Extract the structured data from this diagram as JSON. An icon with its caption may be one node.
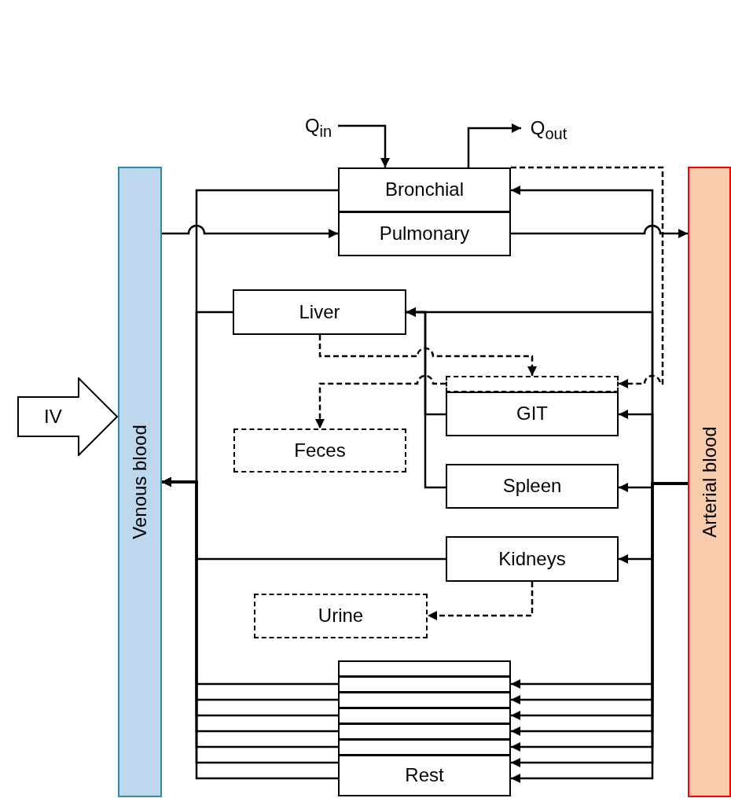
{
  "diagram": {
    "nodes": [
      {
        "text": [
          "Venous blood"
        ]
      },
      {
        "text": [
          "Arterial blood"
        ]
      },
      {
        "text": [
          "IV"
        ]
      },
      {
        "text": [
          "Q$_{in}$"
        ]
      },
      {
        "text": [
          "Q$_{out}$"
        ]
      },
      {
        "text": [
          "Bronchial"
        ]
      },
      {
        "text": [
          "Pulmonary"
        ]
      },
      {
        "text": [
          "Liver"
        ]
      },
      {
        "text": [],
        "shape": "box"
      },
      {
        "text": [
          "GIT"
        ]
      },
      {
        "text": [
          "Feces"
        ]
      },
      {
        "text": [
          "Spleen"
        ]
      },
      {
        "text": [
          "Kidneys"
        ]
      },
      {
        "text": [
          "Urine"
        ]
      },
      {
        "text": [],
        "shape": "box"
      },
      {
        "text": [],
        "shape": "box"
      },
      {
        "text": [],
        "shape": "box"
      },
      {
        "text": [],
        "shape": "box"
      },
      {
        "text": [],
        "shape": "box"
      },
      {
        "text": [],
        "shape": "box"
      },
      {
        "text": [
          "Rest"
        ]
      }
    ],
    "edges": [
      {
        "from": 3,
        "to": 5,
        "arrow": "to"
      },
      {
        "from": 5,
        "to": 4,
        "arrow": "to"
      },
      {
        "from": 0,
        "to": 6,
        "arrow": "to"
      },
      {
        "from": 6,
        "to": 1,
        "arrow": "to"
      },
      {
        "from": 1,
        "to": 5,
        "arrow": "to"
      },
      {
        "from": 5,
        "to": 0,
        "arrow": "to"
      },
      {
        "from": 1,
        "to": 7,
        "arrow": "to"
      },
      {
        "from": 9,
        "to": 7,
        "arrow": "to"
      },
      {
        "from": 11,
        "to": 7,
        "arrow": "to"
      },
      {
        "from": 7,
        "to": 0,
        "arrow": "to"
      },
      {
        "from": 1,
        "to": 9,
        "arrow": "to"
      },
      {
        "from": 1,
        "to": 11,
        "arrow": "to"
      },
      {
        "from": 1,
        "to": 12,
        "arrow": "to"
      },
      {
        "from": 12,
        "to": 0,
        "arrow": "to"
      },
      {
        "from": 5,
        "to": 8,
        "arrow": "to",
        "style": "dashed"
      },
      {
        "from": 7,
        "to": 8,
        "arrow": "to",
        "style": "dashed"
      },
      {
        "from": 8,
        "to": 10,
        "arrow": "to",
        "style": "dashed"
      },
      {
        "from": 12,
        "to": 13,
        "arrow": "to",
        "style": "dashed"
      },
      {
        "from": 1,
        "to": 15,
        "arrow": "to"
      },
      {
        "from": 1,
        "to": 16,
        "arrow": "to"
      },
      {
        "from": 1,
        "to": 17,
        "arrow": "to"
      },
      {
        "from": 1,
        "to": 18,
        "arrow": "to"
      },
      {
        "from": 1,
        "to": 19,
        "arrow": "to"
      },
      {
        "from": 1,
        "to": 20,
        "arrow": "to"
      },
      {
        "from": 1,
        "to": 20,
        "arrow": "to"
      },
      {
        "from": 15,
        "to": 0,
        "arrow": "to"
      },
      {
        "from": 16,
        "to": 0,
        "arrow": "to"
      },
      {
        "from": 17,
        "to": 0,
        "arrow": "to"
      },
      {
        "from": 18,
        "to": 0,
        "arrow": "to"
      },
      {
        "from": 19,
        "to": 0,
        "arrow": "to"
      },
      {
        "from": 20,
        "to": 0,
        "arrow": "to"
      },
      {
        "from": 20,
        "to": 0,
        "arrow": "to"
      }
    ]
  }
}
